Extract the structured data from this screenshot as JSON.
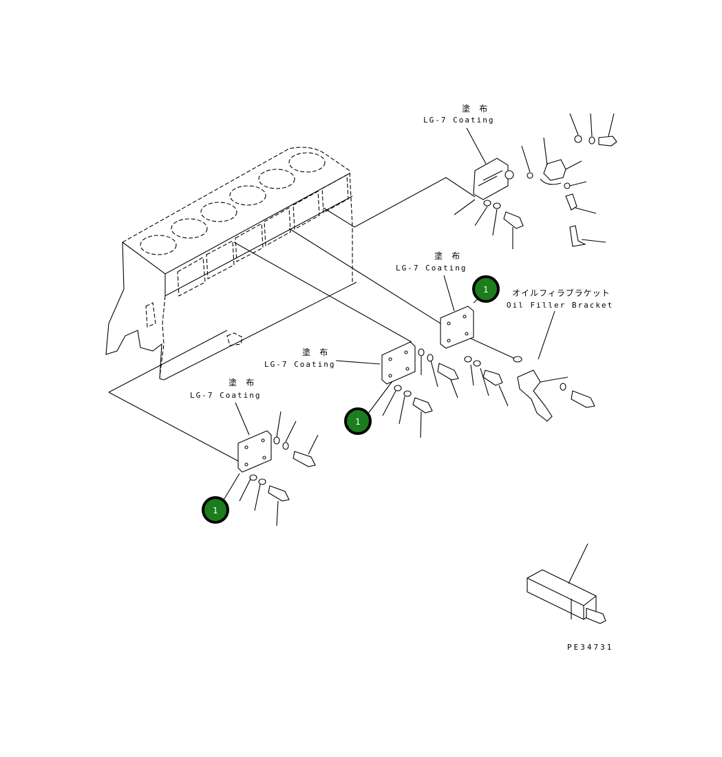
{
  "labels": {
    "coating_jp": "塗 布",
    "coating_en": "LG-7 Coating",
    "bracket_jp": "オイルフィラブラケット",
    "bracket_en": "Oil Filler Bracket",
    "drawing_no": "PE34731"
  },
  "callouts": [
    {
      "number": "1"
    },
    {
      "number": "1"
    },
    {
      "number": "1"
    }
  ],
  "colors": {
    "callout_fill": "#1b7d1b",
    "line": "#000000",
    "background": "#ffffff"
  }
}
